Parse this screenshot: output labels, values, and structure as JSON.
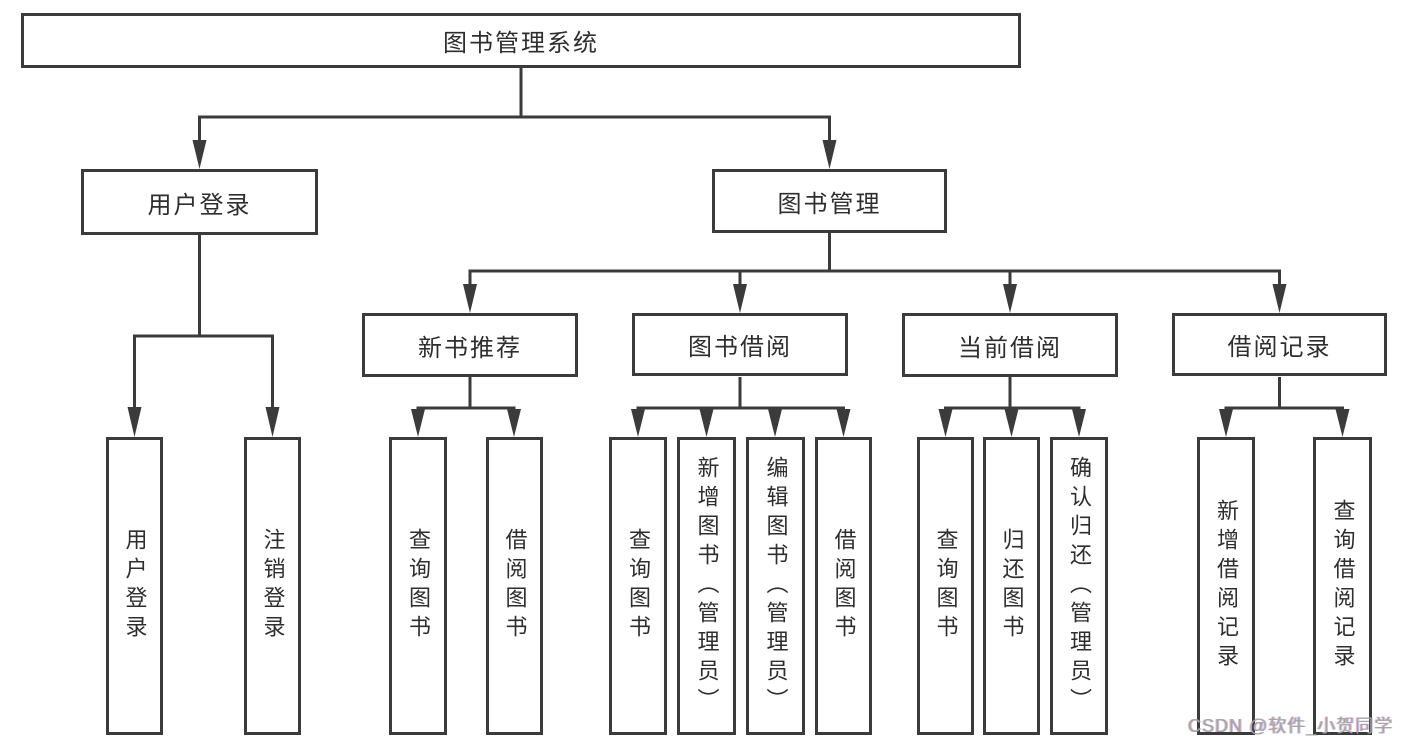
{
  "tree": {
    "root": {
      "label": "图书管理系统",
      "children": [
        {
          "label": "用户登录",
          "children": [
            {
              "label": "用户登录"
            },
            {
              "label": "注销登录"
            }
          ]
        },
        {
          "label": "图书管理",
          "children": [
            {
              "label": "新书推荐",
              "children": [
                {
                  "label": "查询图书"
                },
                {
                  "label": "借阅图书"
                }
              ]
            },
            {
              "label": "图书借阅",
              "children": [
                {
                  "label": "查询图书"
                },
                {
                  "label": "新增图书（管理员）"
                },
                {
                  "label": "编辑图书（管理员）"
                },
                {
                  "label": "借阅图书"
                }
              ]
            },
            {
              "label": "当前借阅",
              "children": [
                {
                  "label": "查询图书"
                },
                {
                  "label": "归还图书"
                },
                {
                  "label": "确认归还（管理员）"
                }
              ]
            },
            {
              "label": "借阅记录",
              "children": [
                {
                  "label": "新增借阅记录"
                },
                {
                  "label": "查询借阅记录"
                }
              ]
            }
          ]
        }
      ]
    }
  },
  "watermark": {
    "text": "CSDN @软件_小贺同学"
  },
  "colors": {
    "background": "#ffffff",
    "line": "#3b3b3b",
    "box_border": "#3b3b3b",
    "text": "#2e2e2e",
    "watermark_text": "#a6a6a6"
  }
}
